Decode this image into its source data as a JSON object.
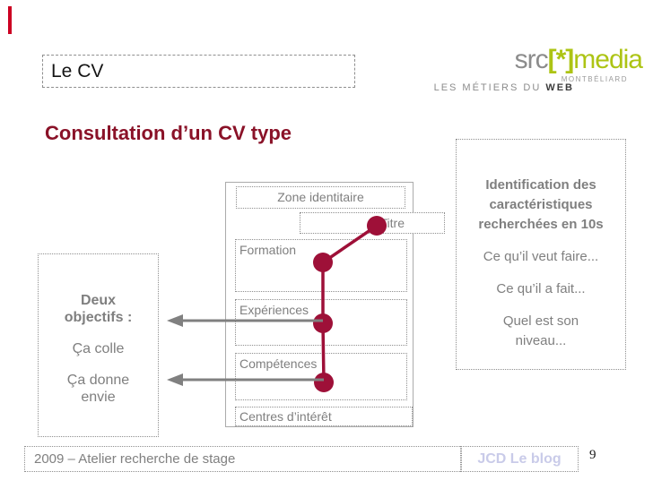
{
  "colors": {
    "accent_crimson": "#9e1038",
    "accent_bar_red": "#cc0022",
    "heading_maroon": "#8a1228",
    "gray_text": "#7f7f7f",
    "logo_green": "#adc414",
    "logo_gray": "#8c8c8c",
    "blog_link_lavender": "#c9cbe9"
  },
  "title_box": {
    "label": "Le CV"
  },
  "logo": {
    "name_gray": "src",
    "name_bracket": "[*]",
    "name_green": "media",
    "city": "MONTBÉLIARD",
    "tagline": "LES MÉTIERS DU ",
    "tagline_bold": "WEB"
  },
  "heading": "Consultation d’un CV type",
  "diagram": {
    "zone_identitaire": "Zone identitaire",
    "titre": "Titre",
    "formation": "Formation",
    "experiences": "Expériences",
    "competences": "Compétences",
    "centres_interet": "Centres d’intérêt"
  },
  "left_note": {
    "heading": "Deux objectifs :",
    "point1": "Ça colle",
    "point2": "Ça donne envie"
  },
  "right_note": {
    "heading": "Identification des caractéristiques recherchées en 10s",
    "point1": "Ce qu’il veut faire...",
    "point2": "Ce qu’il a fait...",
    "point3": "Quel est son niveau..."
  },
  "footer": {
    "left_text": "2009 – Atelier recherche de stage",
    "blog_link": "JCD Le blog",
    "page_number": "9"
  }
}
